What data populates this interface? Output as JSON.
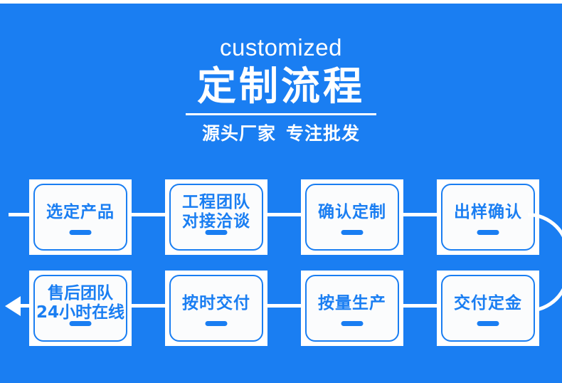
{
  "poster": {
    "background_color": "#1a7ef2",
    "accent_color": "#ffffff",
    "node_text_color": "#1a7ef2",
    "node_fill_color": "#ffffff"
  },
  "header": {
    "eyebrow": "customized",
    "title": "定制流程",
    "subtitle_left": "源头厂家",
    "subtitle_right": "专注批发"
  },
  "flow": {
    "row1": [
      {
        "label_lines": [
          "选定产品"
        ]
      },
      {
        "label_lines": [
          "工程团队",
          "对接洽谈"
        ]
      },
      {
        "label_lines": [
          "确认定制"
        ]
      },
      {
        "label_lines": [
          "出样确认"
        ]
      }
    ],
    "row2": [
      {
        "label_lines": [
          "售后团队",
          "24小时在线"
        ]
      },
      {
        "label_lines": [
          "按时交付"
        ]
      },
      {
        "label_lines": [
          "按量生产"
        ]
      },
      {
        "label_lines": [
          "交付定金"
        ]
      }
    ],
    "connector_icons": {
      "entry_line": "horizontal-line",
      "exit_arrow": "arrow-left-icon",
      "wrap": "curve-connector"
    }
  }
}
